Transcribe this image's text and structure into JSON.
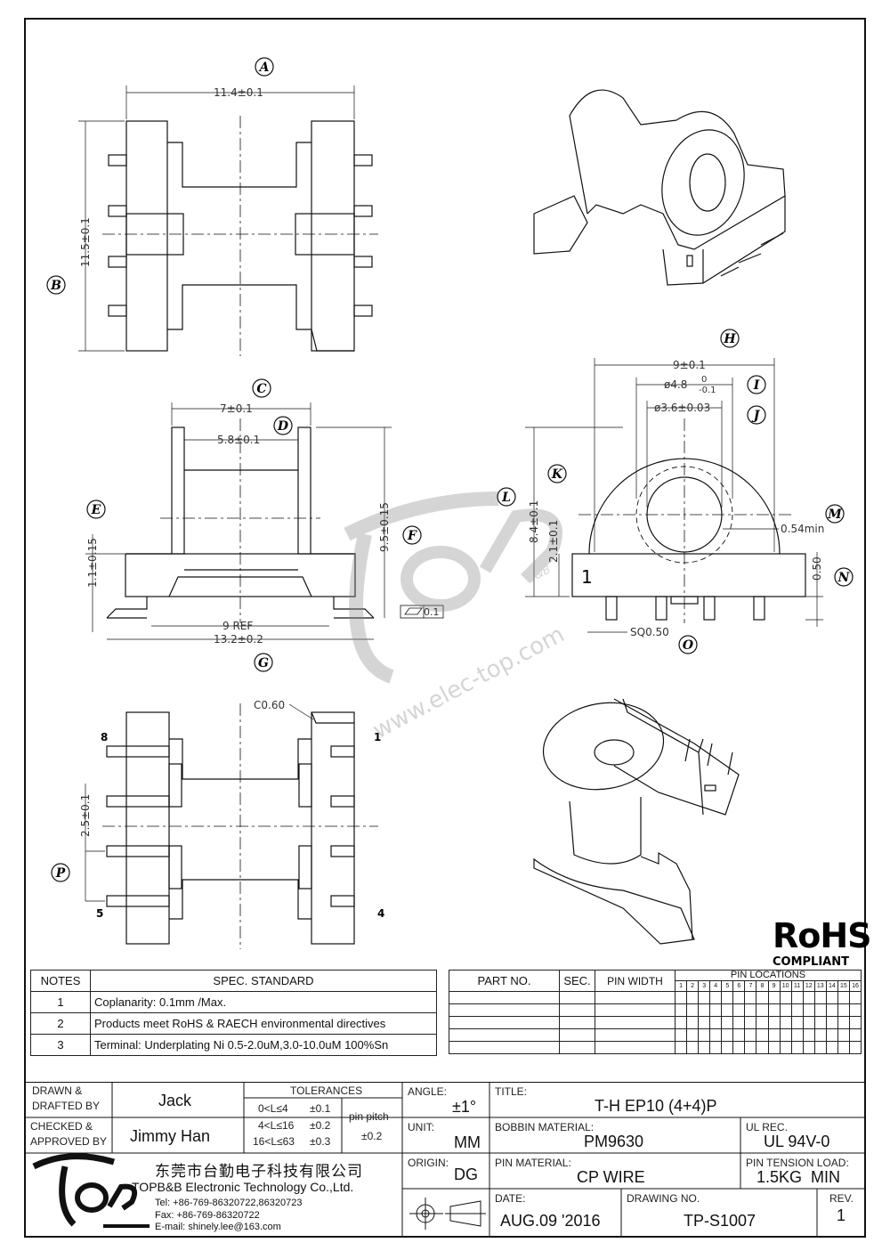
{
  "labels": {
    "A": "A",
    "B": "B",
    "C": "C",
    "D": "D",
    "E": "E",
    "F": "F",
    "G": "G",
    "H": "H",
    "I": "I",
    "J": "J",
    "K": "K",
    "L": "L",
    "M": "M",
    "N": "N",
    "O": "O",
    "P": "P"
  },
  "dims": {
    "a": "11.4±0.1",
    "b": "11.5±0.1",
    "c": "7±0.1",
    "d": "5.8±0.1",
    "e": "1.1±0.15",
    "f": "9.5±0.15",
    "g1": "9 REF",
    "g2": "13.2±0.2",
    "h": "9±0.1",
    "i": "ø4.8",
    "i_up": "0",
    "i_low": "-0.1",
    "j": "ø3.6±0.03",
    "k": "2.1±0.1",
    "l": "8.4±0.1",
    "m": "0.54min",
    "n": "0.50",
    "o": "SQ0.50",
    "p": "2.5±0.1",
    "flat": "0.1",
    "chamfer": "C0.60"
  },
  "pins": {
    "p8": "8",
    "p1": "1",
    "p5": "5",
    "p4": "4",
    "marker": "1"
  },
  "watermark": {
    "url": "www.elec-top.com",
    "brand": "B&B"
  },
  "rohs": {
    "title": "RoHS",
    "sub": "COMPLIANT"
  },
  "notes": {
    "col1": "NOTES",
    "col2": "SPEC. STANDARD",
    "rows": [
      {
        "n": "1",
        "text": "Coplanarity: 0.1mm  /Max."
      },
      {
        "n": "2",
        "text": "Products meet RoHS & RAECH environmental directives"
      },
      {
        "n": "3",
        "text": "Terminal: Underplating Ni 0.5-2.0uM,3.0-10.0uM 100%Sn"
      }
    ]
  },
  "parts": {
    "col_part": "PART NO.",
    "col_sec": "SEC.",
    "col_width": "PIN WIDTH",
    "col_loc": "PIN LOCATIONS",
    "locs": [
      "1",
      "2",
      "3",
      "4",
      "5",
      "6",
      "7",
      "8",
      "9",
      "10",
      "11",
      "12",
      "13",
      "14",
      "15",
      "16"
    ]
  },
  "title_block": {
    "drawn_lbl": "DRAWN &\nDRAFTED BY",
    "drawn": "Jack",
    "checked_lbl": "CHECKED &\nAPPROVED BY",
    "checked": "Jimmy Han",
    "tol_title": "TOLERANCES",
    "tol_rows": [
      {
        "range": "0<L≤4",
        "v": "±0.1"
      },
      {
        "range": "4<L≤16",
        "v": "±0.2"
      },
      {
        "range": "16<L≤63",
        "v": "±0.3"
      }
    ],
    "pin_pitch_lbl": "pin pitch",
    "pin_pitch": "±0.2",
    "angle_lbl": "ANGLE:",
    "angle": "±1°",
    "unit_lbl": "UNIT:",
    "unit": "MM",
    "origin_lbl": "ORIGIN:",
    "origin": "DG",
    "title_lbl": "TITLE:",
    "title": "T-H  EP10 (4+4)P",
    "bobbin_lbl": "BOBBIN MATERIAL:",
    "bobbin": "PM9630",
    "ul_lbl": "UL REC.",
    "ul": "UL 94V-0",
    "pinmat_lbl": "PIN MATERIAL:",
    "pinmat": "CP WIRE",
    "tension_lbl": "PIN TENSION LOAD:",
    "tension": "1.5KG  MIN",
    "date_lbl": "DATE:",
    "date": "AUG.09 '2016",
    "drawing_lbl": "DRAWING NO.",
    "drawing": "TP-S1007",
    "rev_lbl": "REV.",
    "rev": "1",
    "company_cn": "东莞市台勤电子科技有限公司",
    "company_en": "TOPB&B Electronic Technology Co.,Ltd.",
    "tel": "Tel: +86-769-86320722,86320723",
    "fax": "Fax: +86-769-86320722",
    "email": "E-mail: shinely.lee@163.com"
  }
}
